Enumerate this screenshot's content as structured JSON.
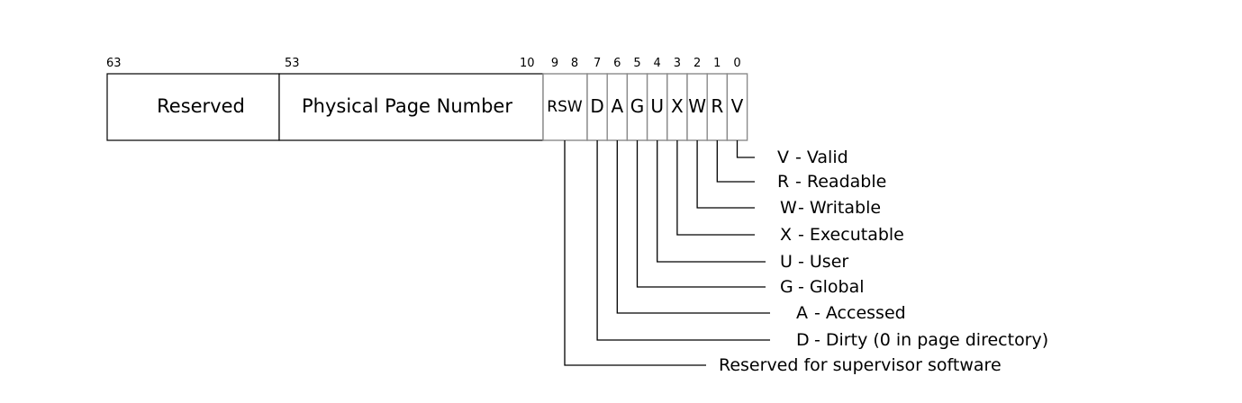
{
  "bit_positions": {
    "b63": "63",
    "b53": "53",
    "b10": "10",
    "flag_bits": [
      "9",
      "8",
      "7",
      "6",
      "5",
      "4",
      "3",
      "2",
      "1",
      "0"
    ]
  },
  "fields": {
    "reserved": "Reserved",
    "ppn": "Physical Page Number",
    "rsw": "RSW"
  },
  "flags": [
    "D",
    "A",
    "G",
    "U",
    "X",
    "W",
    "R",
    "V"
  ],
  "legend": [
    {
      "letter": "V",
      "desc": "- Valid"
    },
    {
      "letter": "R",
      "desc": "- Readable"
    },
    {
      "letter": "W",
      "desc": "- Writable"
    },
    {
      "letter": "X",
      "desc": "- Executable"
    },
    {
      "letter": "U",
      "desc": "- User"
    },
    {
      "letter": "G",
      "desc": "- Global"
    },
    {
      "letter": "A",
      "desc": "- Accessed"
    },
    {
      "letter": "D",
      "desc": "- Dirty (0 in page directory)"
    }
  ],
  "rsw_note": "Reserved for supervisor software"
}
